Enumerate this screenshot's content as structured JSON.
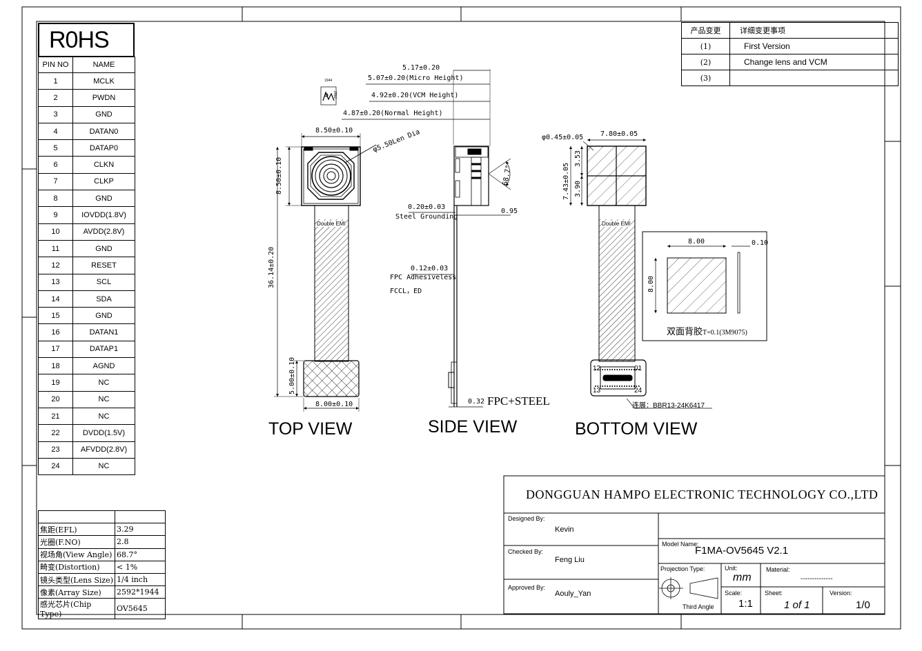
{
  "rohs": "R0HS",
  "pin_table": {
    "headers": [
      "PIN NO",
      "NAME"
    ],
    "rows": [
      [
        "1",
        "MCLK"
      ],
      [
        "2",
        "PWDN"
      ],
      [
        "3",
        "GND"
      ],
      [
        "4",
        "DATAN0"
      ],
      [
        "5",
        "DATAP0"
      ],
      [
        "6",
        "CLKN"
      ],
      [
        "7",
        "CLKP"
      ],
      [
        "8",
        "GND"
      ],
      [
        "9",
        "IOVDD(1.8V)"
      ],
      [
        "10",
        "AVDD(2.8V)"
      ],
      [
        "11",
        "GND"
      ],
      [
        "12",
        "RESET"
      ],
      [
        "13",
        "SCL"
      ],
      [
        "14",
        "SDA"
      ],
      [
        "15",
        "GND"
      ],
      [
        "16",
        "DATAN1"
      ],
      [
        "17",
        "DATAP1"
      ],
      [
        "18",
        "AGND"
      ],
      [
        "19",
        "NC"
      ],
      [
        "20",
        "NC"
      ],
      [
        "21",
        "NC"
      ],
      [
        "22",
        "DVDD(1.5V)"
      ],
      [
        "23",
        "AFVDD(2.8V)"
      ],
      [
        "24",
        "NC"
      ]
    ]
  },
  "specs": [
    [
      "焦距(EFL)",
      "3.29"
    ],
    [
      "光圈(F.NO)",
      "2.8"
    ],
    [
      "视场角(View Angle)",
      "68.7°"
    ],
    [
      "畸变(Distortion)",
      "< 1%"
    ],
    [
      "镜头类型(Lens Size)",
      "1/4 inch"
    ],
    [
      "像素(Array Size)",
      "2592*1944"
    ],
    [
      "感光芯片(Chip Type)",
      "OV5645"
    ]
  ],
  "revisions": {
    "headers": [
      "产品变更",
      "详细变更事项"
    ],
    "rows": [
      [
        "(1)",
        "First Version"
      ],
      [
        "(2)",
        "Change lens and VCM"
      ],
      [
        "(3)",
        ""
      ]
    ]
  },
  "views": {
    "top": "TOP VIEW",
    "side": "SIDE VIEW",
    "bottom": "BOTTOM VIEW"
  },
  "dimensions": {
    "top_width": "8.50±0.10",
    "top_height": "8.50±0.10",
    "lens_dia": "φ5.50Len Dia",
    "total_length": "36.14±0.20",
    "conn_height": "5.00±0.10",
    "conn_width": "8.00±0.10",
    "double_emi": "Double EMI",
    "h_517": "5.17±0.20",
    "h_micro": "5.07±0.20(Micro Height)",
    "h_vcm": "4.92±0.20(VCM Height)",
    "h_normal": "4.87±0.20(Normal Height)",
    "fov": "68.7°",
    "steel_thk": "0.20±0.03",
    "steel_label": "Steel Grounding",
    "dim_095": "0.95",
    "fpc_thk": "0.12±0.03",
    "fpc_label1": "FPC Adhesiveless",
    "fpc_label2": "FCCL，ED",
    "dim_032": "0.32",
    "fpc_steel": "FPC+STEEL",
    "b_hole": "φ0.45±0.05",
    "b_width": "7.80±0.05",
    "b_h1": "3.53",
    "b_h2": "3.90",
    "b_h3": "7.43±0.05",
    "tape_w": "8.00",
    "tape_t": "0.10",
    "tape_h": "8.00",
    "tape_label": "双面背胶",
    "tape_spec": "T=0.1(3M9075)",
    "pin_12": "12",
    "pin_01": "01",
    "pin_13": "13",
    "pin_24": "24",
    "connector": "连展：BBR13-24K6417",
    "label_1944": "1944",
    "label_2592": "2592"
  },
  "title_block": {
    "company": "DONGGUAN HAMPO ELECTRONIC TECHNOLOGY CO.,LTD",
    "designed_label": "Designed By:",
    "designed": "Kevin",
    "checked_label": "Checked By:",
    "checked": "Feng Liu",
    "approved_label": "Approved By:",
    "approved": "Aouly_Yan",
    "model_label": "Model Name:",
    "model": "F1MA-OV5645 V2.1",
    "projection_label": "Projection Type:",
    "third_angle": "Third Angle",
    "unit_label": "Unit:",
    "unit": "mm",
    "material_label": "Material:",
    "material": "--------------",
    "scale_label": "Scale:",
    "scale": "1:1",
    "sheet_label": "Sheet:",
    "sheet": "1 of 1",
    "version_label": "Version:",
    "version": "1/0"
  }
}
